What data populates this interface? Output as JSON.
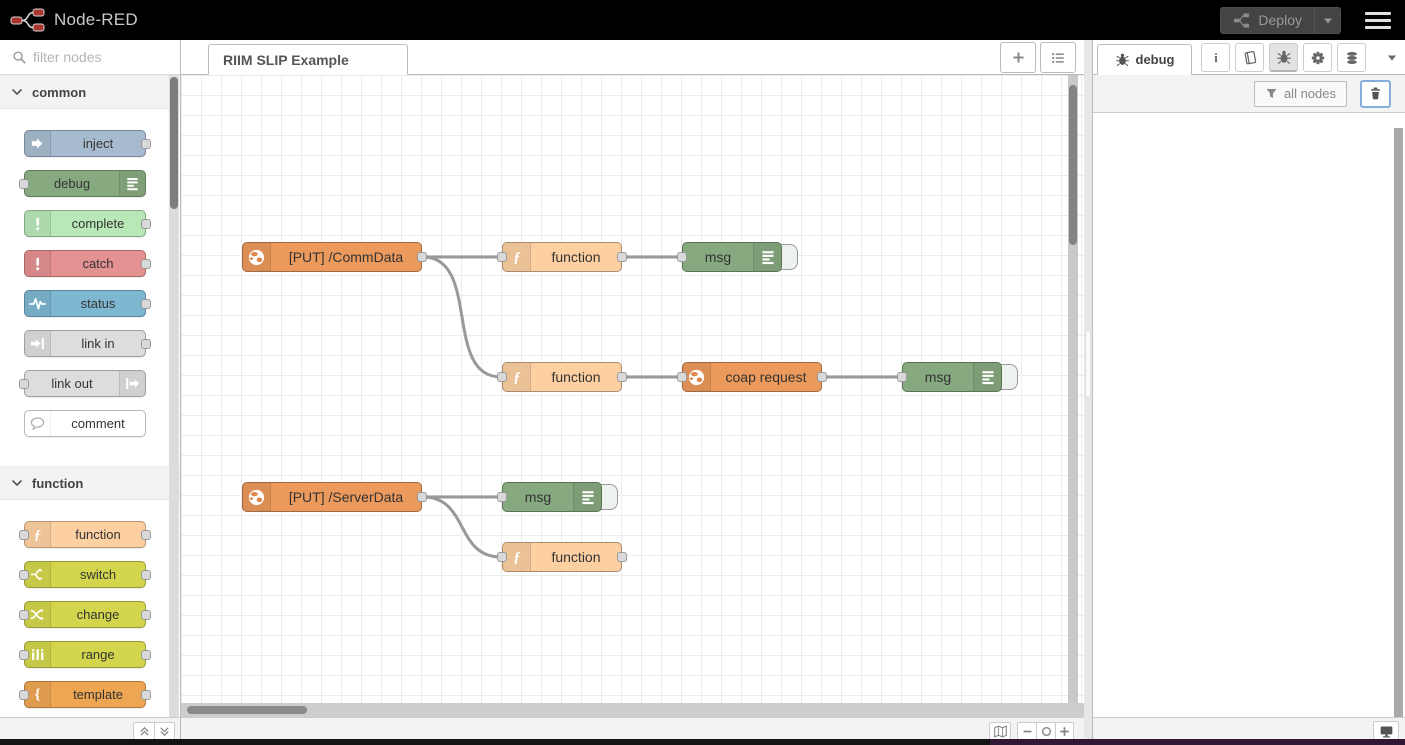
{
  "header": {
    "app_title": "Node-RED",
    "deploy_label": "Deploy"
  },
  "palette": {
    "search_placeholder": "filter nodes",
    "categories": [
      {
        "label": "common",
        "items": [
          {
            "label": "inject"
          },
          {
            "label": "debug"
          },
          {
            "label": "complete"
          },
          {
            "label": "catch"
          },
          {
            "label": "status"
          },
          {
            "label": "link in"
          },
          {
            "label": "link out"
          },
          {
            "label": "comment"
          }
        ]
      },
      {
        "label": "function",
        "items": [
          {
            "label": "function"
          },
          {
            "label": "switch"
          },
          {
            "label": "change"
          },
          {
            "label": "range"
          },
          {
            "label": "template"
          }
        ]
      }
    ]
  },
  "workspace": {
    "tab_label": "RIIM SLIP Example",
    "nodes": [
      {
        "label": "[PUT] /CommData"
      },
      {
        "label": "function"
      },
      {
        "label": "msg"
      },
      {
        "label": "function"
      },
      {
        "label": "coap request"
      },
      {
        "label": "msg"
      },
      {
        "label": "[PUT] /ServerData"
      },
      {
        "label": "msg"
      },
      {
        "label": "function"
      }
    ]
  },
  "sidebar": {
    "tab_label": "debug",
    "filter_button": "all nodes"
  },
  "colors": {
    "inject": "#a6bbcf",
    "debug": "#87a980",
    "complete": "#b8e7b8",
    "catch": "#e49191",
    "status": "#7db7d1",
    "link": "#dddddd",
    "comment": "#ffffff",
    "function": "#fdd0a2",
    "switch_yellow": "#d3d64d",
    "template": "#efa653",
    "coap": "#ec9a5c",
    "wire": "#999999",
    "header_bg": "#000000",
    "logo_red": "#a83530"
  }
}
